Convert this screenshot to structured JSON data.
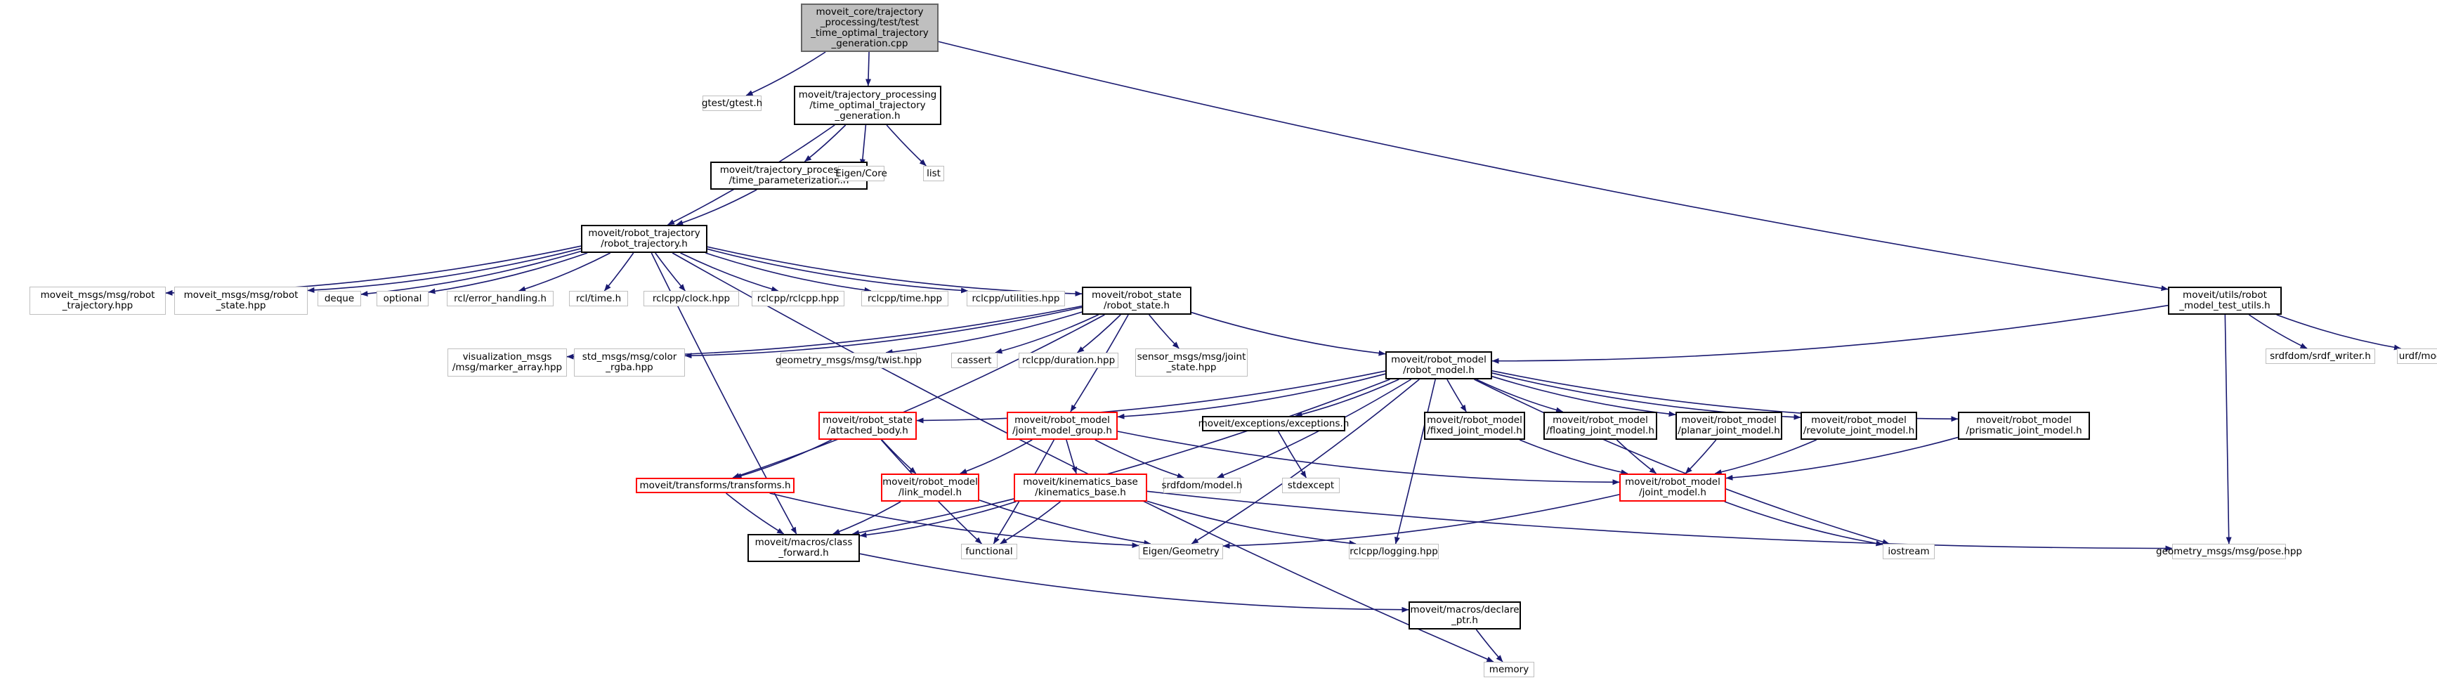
{
  "colors": {
    "edge": "#191970",
    "link_border": "#000000",
    "missing_border": "#ff0000",
    "external_border": "#bfbfbf",
    "root_fill": "#bfbfbf"
  },
  "nodes": {
    "n0": {
      "label": "moveit_core/trajectory\n_processing/test/test\n_time_optimal_trajectory\n_generation.cpp",
      "kind": "root"
    },
    "n1": {
      "label": "gtest/gtest.h",
      "kind": "gray"
    },
    "n2": {
      "label": "moveit/trajectory_processing\n/time_optimal_trajectory\n_generation.h",
      "kind": "black"
    },
    "n3": {
      "label": "moveit/utils/robot\n_model_test_utils.h",
      "kind": "black"
    },
    "n4": {
      "label": "moveit/trajectory_processing\n/time_parameterization.h",
      "kind": "black"
    },
    "n5": {
      "label": "Eigen/Core",
      "kind": "gray"
    },
    "n6": {
      "label": "list",
      "kind": "gray"
    },
    "n7": {
      "label": "moveit/robot_trajectory\n/robot_trajectory.h",
      "kind": "black"
    },
    "n8": {
      "label": "moveit_msgs/msg/robot\n_trajectory.hpp",
      "kind": "gray"
    },
    "n9": {
      "label": "moveit_msgs/msg/robot\n_state.hpp",
      "kind": "gray"
    },
    "n10": {
      "label": "deque",
      "kind": "gray"
    },
    "n11": {
      "label": "optional",
      "kind": "gray"
    },
    "n12": {
      "label": "rcl/error_handling.h",
      "kind": "gray"
    },
    "n13": {
      "label": "rcl/time.h",
      "kind": "gray"
    },
    "n14": {
      "label": "rclcpp/clock.hpp",
      "kind": "gray"
    },
    "n15": {
      "label": "rclcpp/rclcpp.hpp",
      "kind": "gray"
    },
    "n16": {
      "label": "rclcpp/time.hpp",
      "kind": "gray"
    },
    "n17": {
      "label": "rclcpp/utilities.hpp",
      "kind": "gray"
    },
    "n18": {
      "label": "moveit/robot_state\n/robot_state.h",
      "kind": "black"
    },
    "n19": {
      "label": "srdfdom/srdf_writer.h",
      "kind": "gray"
    },
    "n20": {
      "label": "urdf/model.h",
      "kind": "gray"
    },
    "n21": {
      "label": "visualization_msgs\n/msg/marker_array.hpp",
      "kind": "gray"
    },
    "n22": {
      "label": "std_msgs/msg/color\n_rgba.hpp",
      "kind": "gray"
    },
    "n23": {
      "label": "geometry_msgs/msg/twist.hpp",
      "kind": "gray"
    },
    "n24": {
      "label": "cassert",
      "kind": "gray"
    },
    "n25": {
      "label": "rclcpp/duration.hpp",
      "kind": "gray"
    },
    "n26": {
      "label": "sensor_msgs/msg/joint\n_state.hpp",
      "kind": "gray"
    },
    "n27": {
      "label": "moveit/robot_model\n/robot_model.h",
      "kind": "black"
    },
    "n28": {
      "label": "moveit/robot_state\n/attached_body.h",
      "kind": "red"
    },
    "n29": {
      "label": "moveit/robot_model\n/joint_model_group.h",
      "kind": "red"
    },
    "n30": {
      "label": "moveit/exceptions/exceptions.h",
      "kind": "black"
    },
    "n31": {
      "label": "moveit/robot_model\n/fixed_joint_model.h",
      "kind": "black"
    },
    "n32": {
      "label": "moveit/robot_model\n/floating_joint_model.h",
      "kind": "black"
    },
    "n33": {
      "label": "moveit/robot_model\n/planar_joint_model.h",
      "kind": "black"
    },
    "n34": {
      "label": "moveit/robot_model\n/revolute_joint_model.h",
      "kind": "black"
    },
    "n35": {
      "label": "moveit/robot_model\n/prismatic_joint_model.h",
      "kind": "black"
    },
    "n36": {
      "label": "moveit/transforms/transforms.h",
      "kind": "red"
    },
    "n37": {
      "label": "moveit/robot_model\n/link_model.h",
      "kind": "red"
    },
    "n38": {
      "label": "moveit/kinematics_base\n/kinematics_base.h",
      "kind": "red"
    },
    "n39": {
      "label": "srdfdom/model.h",
      "kind": "gray"
    },
    "n40": {
      "label": "moveit/robot_model\n/joint_model.h",
      "kind": "red"
    },
    "n41": {
      "label": "stdexcept",
      "kind": "gray"
    },
    "n42": {
      "label": "moveit/macros/class\n_forward.h",
      "kind": "black"
    },
    "n43": {
      "label": "functional",
      "kind": "gray"
    },
    "n44": {
      "label": "Eigen/Geometry",
      "kind": "gray"
    },
    "n45": {
      "label": "rclcpp/logging.hpp",
      "kind": "gray"
    },
    "n46": {
      "label": "iostream",
      "kind": "gray"
    },
    "n47": {
      "label": "geometry_msgs/msg/pose.hpp",
      "kind": "gray"
    },
    "n48": {
      "label": "moveit/macros/declare\n_ptr.h",
      "kind": "black"
    },
    "n49": {
      "label": "memory",
      "kind": "gray"
    }
  },
  "edges": [
    [
      "n0",
      "n1"
    ],
    [
      "n0",
      "n2"
    ],
    [
      "n0",
      "n3"
    ],
    [
      "n2",
      "n4"
    ],
    [
      "n2",
      "n5"
    ],
    [
      "n2",
      "n6"
    ],
    [
      "n2",
      "n7"
    ],
    [
      "n4",
      "n7"
    ],
    [
      "n7",
      "n8"
    ],
    [
      "n7",
      "n9"
    ],
    [
      "n7",
      "n10"
    ],
    [
      "n7",
      "n11"
    ],
    [
      "n7",
      "n12"
    ],
    [
      "n7",
      "n13"
    ],
    [
      "n7",
      "n14"
    ],
    [
      "n7",
      "n15"
    ],
    [
      "n7",
      "n16"
    ],
    [
      "n7",
      "n17"
    ],
    [
      "n7",
      "n18"
    ],
    [
      "n7",
      "n42"
    ],
    [
      "n7",
      "n49"
    ],
    [
      "n3",
      "n27"
    ],
    [
      "n3",
      "n19"
    ],
    [
      "n3",
      "n20"
    ],
    [
      "n3",
      "n47"
    ],
    [
      "n18",
      "n21"
    ],
    [
      "n18",
      "n22"
    ],
    [
      "n18",
      "n23"
    ],
    [
      "n18",
      "n24"
    ],
    [
      "n18",
      "n25"
    ],
    [
      "n18",
      "n26"
    ],
    [
      "n18",
      "n27"
    ],
    [
      "n18",
      "n29"
    ],
    [
      "n18",
      "n36"
    ],
    [
      "n27",
      "n28"
    ],
    [
      "n27",
      "n29"
    ],
    [
      "n27",
      "n30"
    ],
    [
      "n27",
      "n31"
    ],
    [
      "n27",
      "n32"
    ],
    [
      "n27",
      "n33"
    ],
    [
      "n27",
      "n34"
    ],
    [
      "n27",
      "n35"
    ],
    [
      "n27",
      "n39"
    ],
    [
      "n27",
      "n44"
    ],
    [
      "n27",
      "n45"
    ],
    [
      "n27",
      "n46"
    ],
    [
      "n27",
      "n42"
    ],
    [
      "n28",
      "n36"
    ],
    [
      "n28",
      "n37"
    ],
    [
      "n28",
      "n43"
    ],
    [
      "n29",
      "n37"
    ],
    [
      "n29",
      "n38"
    ],
    [
      "n29",
      "n39"
    ],
    [
      "n29",
      "n40"
    ],
    [
      "n29",
      "n43"
    ],
    [
      "n30",
      "n41"
    ],
    [
      "n31",
      "n40"
    ],
    [
      "n32",
      "n40"
    ],
    [
      "n33",
      "n40"
    ],
    [
      "n34",
      "n40"
    ],
    [
      "n35",
      "n40"
    ],
    [
      "n36",
      "n42"
    ],
    [
      "n36",
      "n44"
    ],
    [
      "n37",
      "n42"
    ],
    [
      "n37",
      "n44"
    ],
    [
      "n38",
      "n42"
    ],
    [
      "n38",
      "n43"
    ],
    [
      "n38",
      "n45"
    ],
    [
      "n38",
      "n47"
    ],
    [
      "n40",
      "n44"
    ],
    [
      "n40",
      "n46"
    ],
    [
      "n42",
      "n48"
    ],
    [
      "n48",
      "n49"
    ]
  ]
}
